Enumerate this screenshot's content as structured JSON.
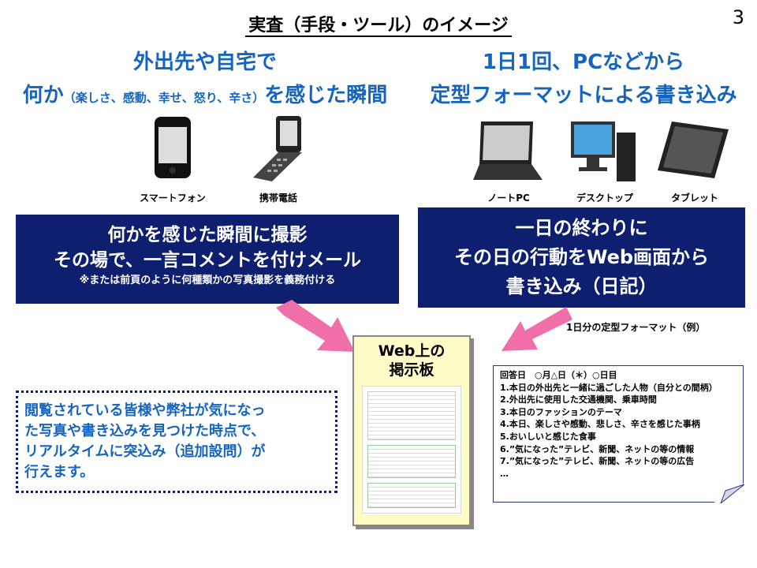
{
  "title": "実査（手段・ツール）のイメージ",
  "page_number": "3",
  "left": {
    "heading1": "外出先や自宅で",
    "heading2_a": "何か",
    "heading2_small": "（楽しさ、感動、幸せ、怒り、辛さ）",
    "heading2_b": "を感じた瞬間",
    "devices": [
      "スマートフォン",
      "携帯電話"
    ],
    "box_line1": "何かを感じた瞬間に撮影",
    "box_line2": "その場で、一言コメントを付けメール",
    "box_note": "※または前頁のように何種類かの写真撮影を義務付ける"
  },
  "right": {
    "heading1": "1日1回、PCなどから",
    "heading2": "定型フォーマットによる書き込み",
    "devices": [
      "ノートPC",
      "デスクトップ",
      "タブレット"
    ],
    "box_line1": "一日の終わりに",
    "box_line2": "その日の行動をWeb画面から",
    "box_line3": "書き込み（日記）"
  },
  "board": {
    "line1": "Web上の",
    "line2": "掲示板"
  },
  "format": {
    "caption": "1日分の定型フォーマット（例）",
    "lines": [
      "回答日　○月△日（＊）○日目",
      "1.本日の外出先と一緒に過ごした人物（自分との間柄）",
      "2.外出先に使用した交通機関、乗車時間",
      "3.本日のファッションのテーマ",
      "4.本日、楽しさや感動、悲しさ、辛さを感じた事柄",
      "5.おいしいと感じた食事",
      "6.”気になった”テレビ、新聞、ネットの等の情報",
      "7.”気になった”テレビ、新聞、ネットの等の広告",
      "…"
    ]
  },
  "note": {
    "lines": [
      "閲覧されている皆様や弊社が気になっ",
      "た写真や書き込みを見つけた時点で、",
      "リアルタイムに突込み（追加設問）が",
      "行えます。"
    ]
  },
  "colors": {
    "heading": "#1565c0",
    "navy": "#0d1f6e",
    "arrow": "#f06fa8",
    "board": "#fffcc8"
  }
}
